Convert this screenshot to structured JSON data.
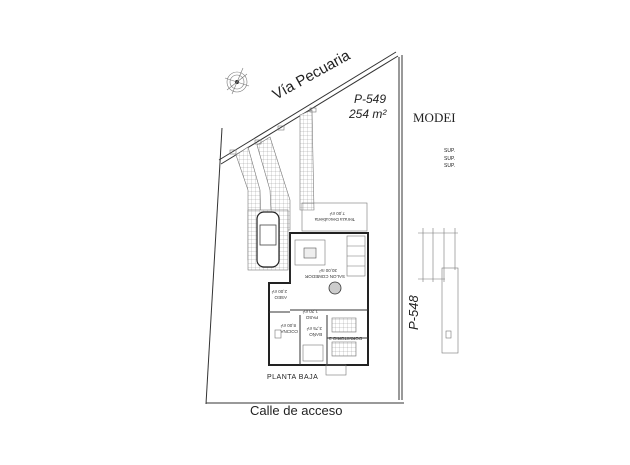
{
  "plan": {
    "road_label": "Vía Pecuaria",
    "plot_id": "P-549",
    "plot_area": "254 m²",
    "neighbour_plot": "P-548",
    "street_label": "Calle de acceso",
    "floor_label": "PLANTA BAJA",
    "model_label": "MODEI",
    "sup_lines": [
      "SUP.",
      "SUP.",
      "SUP."
    ],
    "rooms": [
      {
        "name": "Terraza Descubierta",
        "area": "7,00 m²"
      },
      {
        "name": "SALON COMEDOR",
        "area": "30,00 m²"
      },
      {
        "name": "PASO",
        "area": "1,20 m²"
      },
      {
        "name": "COCINA",
        "area": "8,00 m²"
      },
      {
        "name": "ASEO",
        "area": "2,00 m²"
      },
      {
        "name": "BAÑO",
        "area": "3,75 m²"
      },
      {
        "name": "DORMITORIO 2",
        "area": ""
      }
    ],
    "icons": [
      "compass-rose-icon",
      "car-icon",
      "dining-table-icon",
      "sofa-icon",
      "staircase-icon"
    ]
  }
}
